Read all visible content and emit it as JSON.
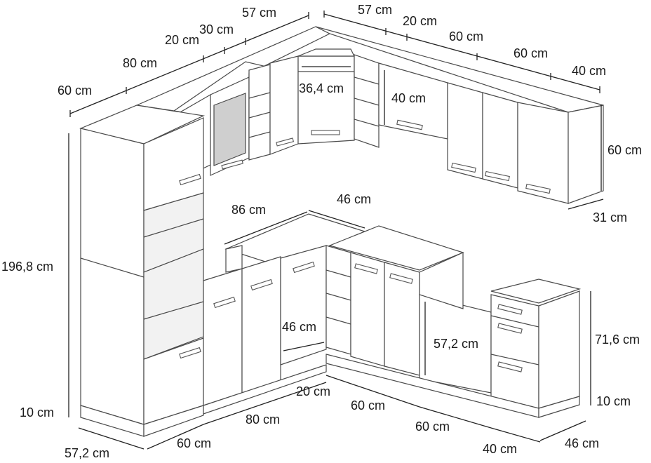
{
  "dimensions": {
    "top_back_57": "57 cm",
    "top_30": "30 cm",
    "top_20": "20 cm",
    "top_80": "80 cm",
    "top_60": "60 cm",
    "right_top_57": "57 cm",
    "right_top_20": "20 cm",
    "right_top_60a": "60 cm",
    "right_top_60b": "60 cm",
    "right_top_40": "40 cm",
    "corner_36_4": "36,4 cm",
    "wall_depth_40": "40 cm",
    "wall_height_60": "60 cm",
    "wall_depth_31": "31 cm",
    "tall_height": "196,8 cm",
    "plinth_left_10": "10 cm",
    "base_depth_57_2": "57,2 cm",
    "base_front_60": "60 cm",
    "base_front_80": "80 cm",
    "base_front_20": "20 cm",
    "base_right_60a": "60 cm",
    "base_right_60b": "60 cm",
    "base_right_40": "40 cm",
    "base_right_46": "46 cm",
    "counter_86": "86 cm",
    "counter_46": "46 cm",
    "inner_46": "46 cm",
    "inner_57_2": "57,2 cm",
    "base_height_71_6": "71,6 cm",
    "plinth_right_10": "10 cm"
  }
}
